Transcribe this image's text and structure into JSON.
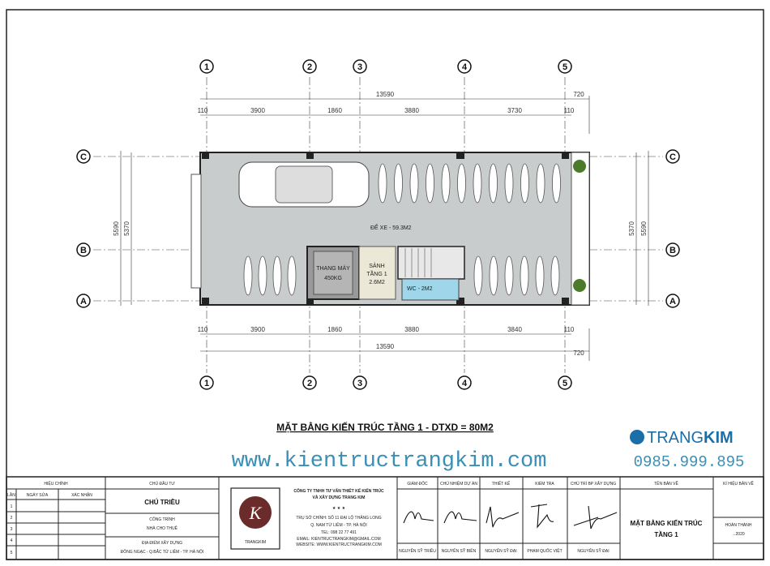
{
  "drawing": {
    "axes_columns": [
      "1",
      "2",
      "3",
      "4",
      "5"
    ],
    "axes_rows": [
      "C",
      "B",
      "A"
    ],
    "top_dims": {
      "total": "13590",
      "segments": [
        "3900",
        "1860",
        "3880",
        "3730"
      ],
      "offset": "720",
      "edge_left": "110",
      "edge_right": "110"
    },
    "bottom_dims": {
      "total": "13590",
      "segments": [
        "3900",
        "1860",
        "3880",
        "3840"
      ],
      "offset": "720",
      "edge_left": "110",
      "edge_right": "110"
    },
    "side_dims": {
      "outer": "5590",
      "inner": "5370"
    },
    "rooms": {
      "parking": "ĐỂ XE - 59.3M2",
      "elevator_line1": "THANG MÁY",
      "elevator_line2": "450KG",
      "lobby_line1": "SẢNH",
      "lobby_line2": "TẦNG 1",
      "lobby_line3": "2.6M2",
      "wc": "WC - 2M2"
    },
    "title": "MẶT BẰNG KIẾN TRÚC TẦNG 1 - DTXD = 80M2",
    "website": "www.kientructrangkim.com",
    "brand_light": "TRANG",
    "brand_bold": "KIM",
    "phone": "0985.999.895",
    "colors": {
      "accent": "#3a8fb5",
      "floor": "#c9cccc",
      "wc_tile": "#9fd6ea",
      "plants": "#4a7a2a"
    }
  },
  "title_block": {
    "revision": {
      "header": "HIỆU CHỈNH",
      "col_times": "LẦN",
      "col_date": "NGÀY SỬA",
      "col_confirm": "XÁC NHẬN",
      "rows": [
        "1",
        "2",
        "3",
        "4",
        "5"
      ]
    },
    "owner": {
      "header": "CHỦ ĐẦU TƯ",
      "name": "CHÚ TRIỀU",
      "project_label": "CÔNG TRÌNH",
      "project": "NHÀ CHO THUÊ",
      "location_label": "ĐỊA ĐIỂM XÂY DỰNG",
      "location": "ĐÔNG NGẠC - Q.BẮC TỪ LIÊM - TP. HÀ NỘI"
    },
    "company": {
      "logo_text": "TRANGKIM",
      "name_line1": "CÔNG TY TNHH TƯ VẤN THIẾT KẾ KIẾN TRÚC",
      "name_line2": "VÀ XÂY DỰNG TRANG KIM",
      "stars": "★ ★ ★",
      "address": "TRỤ SỞ CHÍNH: SỐ 11 ĐẠI LỘ THĂNG LONG",
      "district": "Q. NAM TỪ LIÊM - TP. HÀ NỘI",
      "tel": "TEL: 098 22 77 491",
      "email": "EMAIL: KIENTRUCTRANGKIM@GMAIL.COM",
      "website": "WEBSITE: WWW.KIENTRUCTRANGKIM.COM"
    },
    "signatures": [
      {
        "role": "GIÁM ĐỐC",
        "name": "NGUYỄN SỸ TRIỀU"
      },
      {
        "role": "CHỦ NHIỆM DỰ ÁN",
        "name": "NGUYỄN SỸ BIÊN"
      },
      {
        "role": "THIẾT KẾ",
        "name": "NGUYỄN SỸ ĐẠI"
      },
      {
        "role": "KIỂM TRA",
        "name": "PHẠM QUỐC VIỆT"
      },
      {
        "role": "CHỦ TRÌ BP XÂY DỰNG",
        "name": "NGUYỄN SỸ ĐẠI"
      }
    ],
    "sheet_name_label": "TÊN BẢN VẼ",
    "sheet_name_line1": "MẶT BẰNG KIẾN TRÚC",
    "sheet_name_line2": "TẦNG 1",
    "sheet_code_label": "KÍ HIỆU BẢN VẼ",
    "completed_label": "HOÀN THÀNH",
    "completed_value": "...2020"
  }
}
